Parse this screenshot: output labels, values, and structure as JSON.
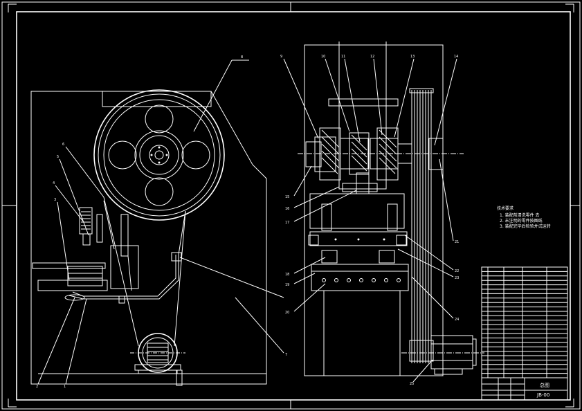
{
  "drawing": {
    "notes_title": "技术要求",
    "notes": [
      "1. 装配前清洗零件 去",
      "2. 未注明的零件按图纸",
      "3. 装配完毕后检验并试运转"
    ],
    "balloons_left": [
      "8",
      "6",
      "5",
      "4",
      "3",
      "2",
      "1",
      "7"
    ],
    "balloons_right": [
      "9",
      "10",
      "11",
      "12",
      "13",
      "14",
      "15",
      "16",
      "17",
      "18",
      "19",
      "20",
      "21",
      "22",
      "23",
      "24",
      "25"
    ],
    "title_block": {
      "drawing_name": "总图",
      "drawing_no": "JB-00"
    }
  }
}
